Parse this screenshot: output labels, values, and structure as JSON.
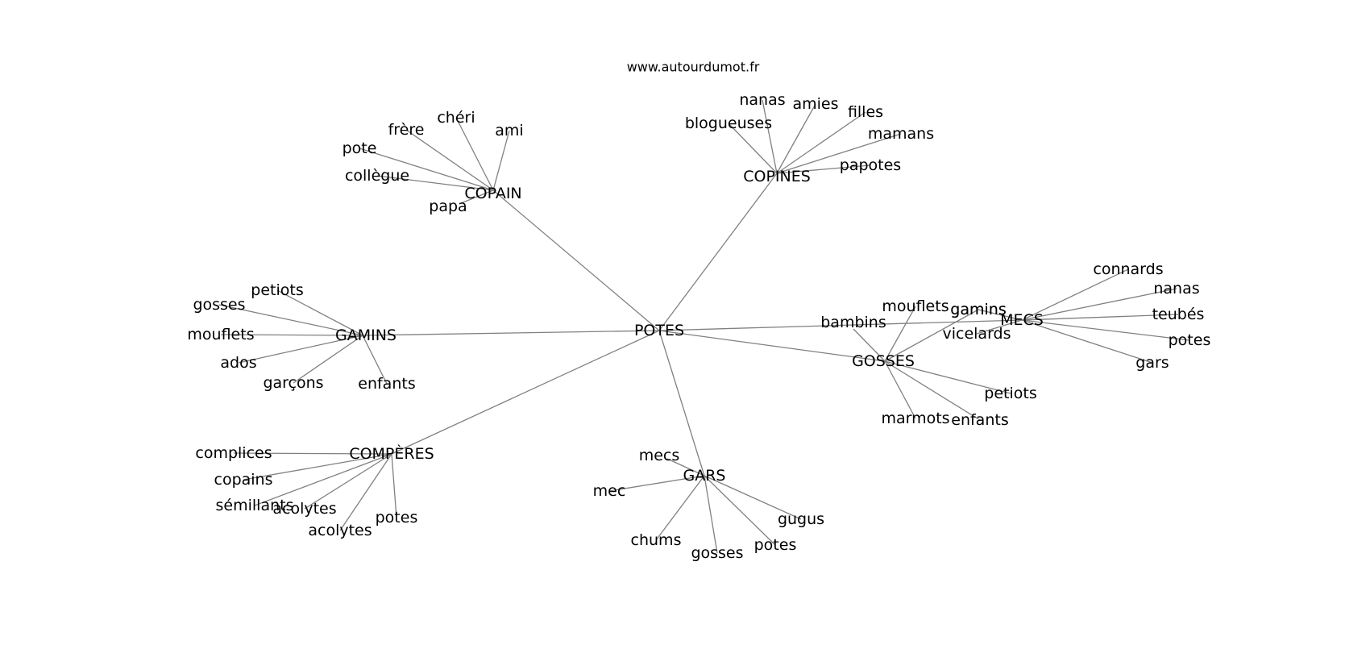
{
  "source": "www.autourdumot.fr",
  "root": "POTES",
  "clusters": [
    {
      "label": "COPAIN",
      "leaves": [
        "ami",
        "chéri",
        "frère",
        "pote",
        "collègue",
        "papa"
      ]
    },
    {
      "label": "COPINES",
      "leaves": [
        "nanas",
        "amies",
        "filles",
        "mamans",
        "papotes",
        "blogueuses"
      ]
    },
    {
      "label": "GAMINS",
      "leaves": [
        "petiots",
        "gosses",
        "mouflets",
        "ados",
        "garçons",
        "enfants"
      ]
    },
    {
      "label": "MECS",
      "leaves": [
        "connards",
        "nanas",
        "teubés",
        "potes",
        "gars",
        "gamins",
        "vicelards"
      ]
    },
    {
      "label": "GOSSES",
      "leaves": [
        "bambins",
        "mouflets",
        "gamins",
        "petiots",
        "enfants",
        "marmots"
      ]
    },
    {
      "label": "GARS",
      "leaves": [
        "mecs",
        "mec",
        "chums",
        "gosses",
        "potes",
        "gugus"
      ]
    },
    {
      "label": "COMPÈRES",
      "leaves": [
        "complices",
        "copains",
        "sémillants",
        "acolytes",
        "acolytes",
        "potes"
      ]
    }
  ]
}
